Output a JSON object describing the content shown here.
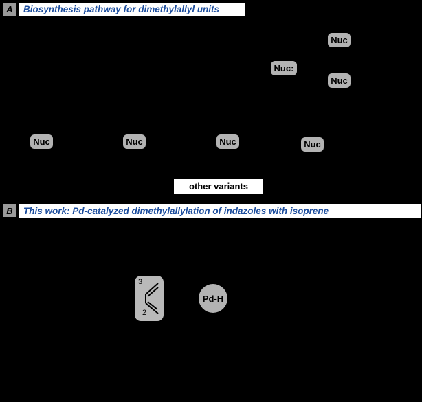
{
  "figure": {
    "background": "#000000"
  },
  "panelA": {
    "badge": "A",
    "title": "Biosynthesis pathway for dimethylallyl units",
    "nuc_pills": [
      "Nuc",
      "Nuc:",
      "Nuc",
      "Nuc",
      "Nuc",
      "Nuc",
      "Nuc"
    ],
    "other_variants_label": "other variants"
  },
  "panelB": {
    "badge": "B",
    "title": "This work: Pd-catalyzed dimethylallylation of indazoles with isoprene",
    "isoprene": {
      "carbon_top": "3",
      "carbon_bottom": "2"
    },
    "pd_h_label": "Pd-H"
  },
  "colors": {
    "title_blue": "#1d4e9e",
    "pill_gray": "#b3b3b3",
    "badge_gray": "#9a9a9a",
    "header_bg": "#ffffff"
  }
}
